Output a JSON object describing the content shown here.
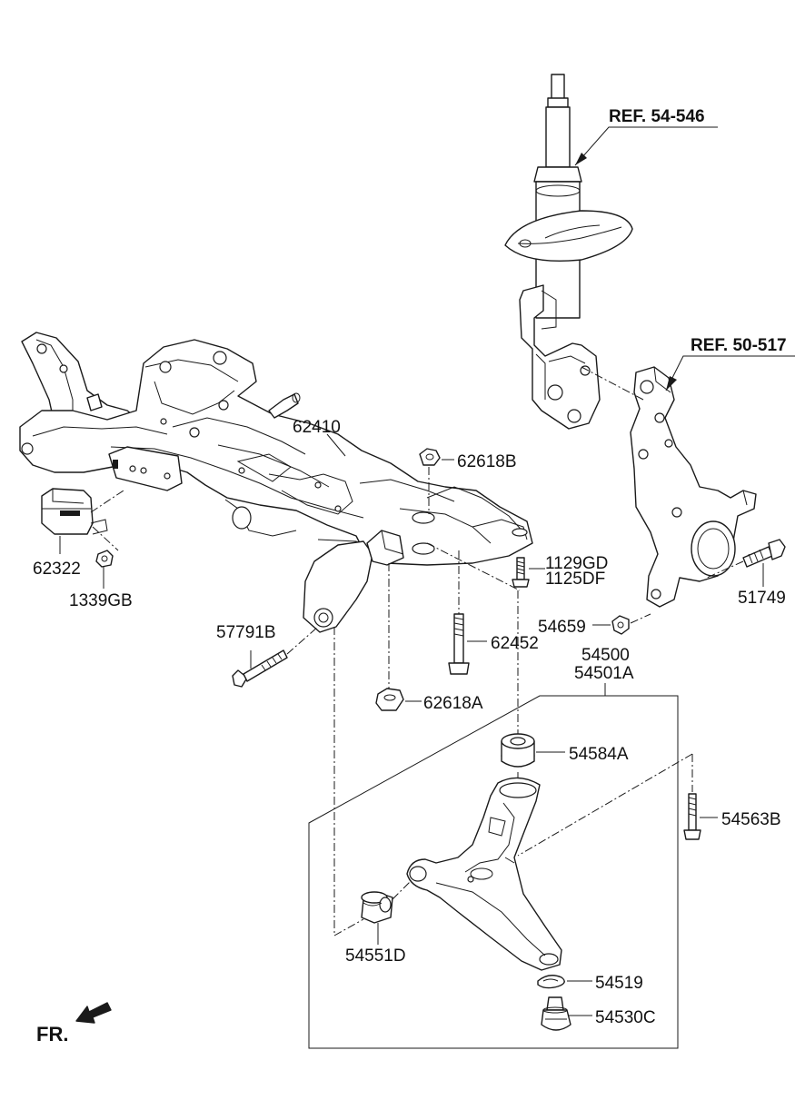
{
  "references": {
    "strut": "REF. 54-546",
    "knuckle": "REF. 50-517"
  },
  "parts": {
    "p62410": "62410",
    "p62618B": "62618B",
    "p62322": "62322",
    "p1339GB": "1339GB",
    "p1129GD": "1129GD",
    "p1125DF": "1125DF",
    "p57791B": "57791B",
    "p62452": "62452",
    "p62618A": "62618A",
    "p54659": "54659",
    "p51749": "51749",
    "p54500": "54500",
    "p54501A": "54501A",
    "p54584A": "54584A",
    "p54563B": "54563B",
    "p54551D": "54551D",
    "p54519": "54519",
    "p54530C": "54530C"
  },
  "direction": {
    "label": "FR."
  }
}
